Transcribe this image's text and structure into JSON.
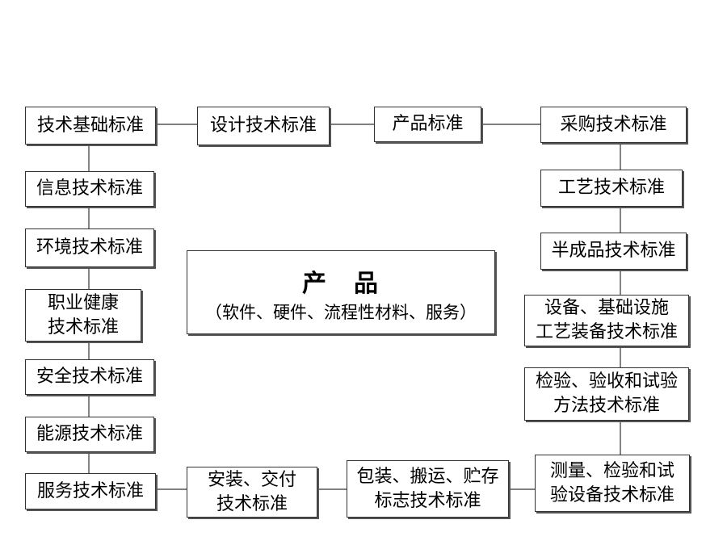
{
  "product": {
    "title": "产　品",
    "subtitle": "（软件、硬件、流程性材料、服务）"
  },
  "top_row": {
    "tech_basic": "技术基础标准",
    "design": "设计技术标准",
    "product": "产品标准",
    "purchase": "采购技术标准"
  },
  "left_column": {
    "info": "信息技术标准",
    "environment": "环境技术标准",
    "occupational_line1": "职业健康",
    "occupational_line2": "技术标准",
    "safety": "安全技术标准",
    "energy": "能源技术标准",
    "service": "服务技术标准"
  },
  "right_column": {
    "process": "工艺技术标准",
    "semi_finished": "半成品技术标准",
    "equipment_line1": "设备、基础设施",
    "equipment_line2": "工艺装备技术标准",
    "inspection_line1": "检验、验收和试验",
    "inspection_line2": "方法技术标准",
    "measurement_line1": "测量、检验和试",
    "measurement_line2": "验设备技术标准"
  },
  "bottom_row": {
    "install_line1": "安装、交付",
    "install_line2": "技术标准",
    "package_line1": "包装、搬运、贮存",
    "package_line2": "标志技术标准"
  }
}
